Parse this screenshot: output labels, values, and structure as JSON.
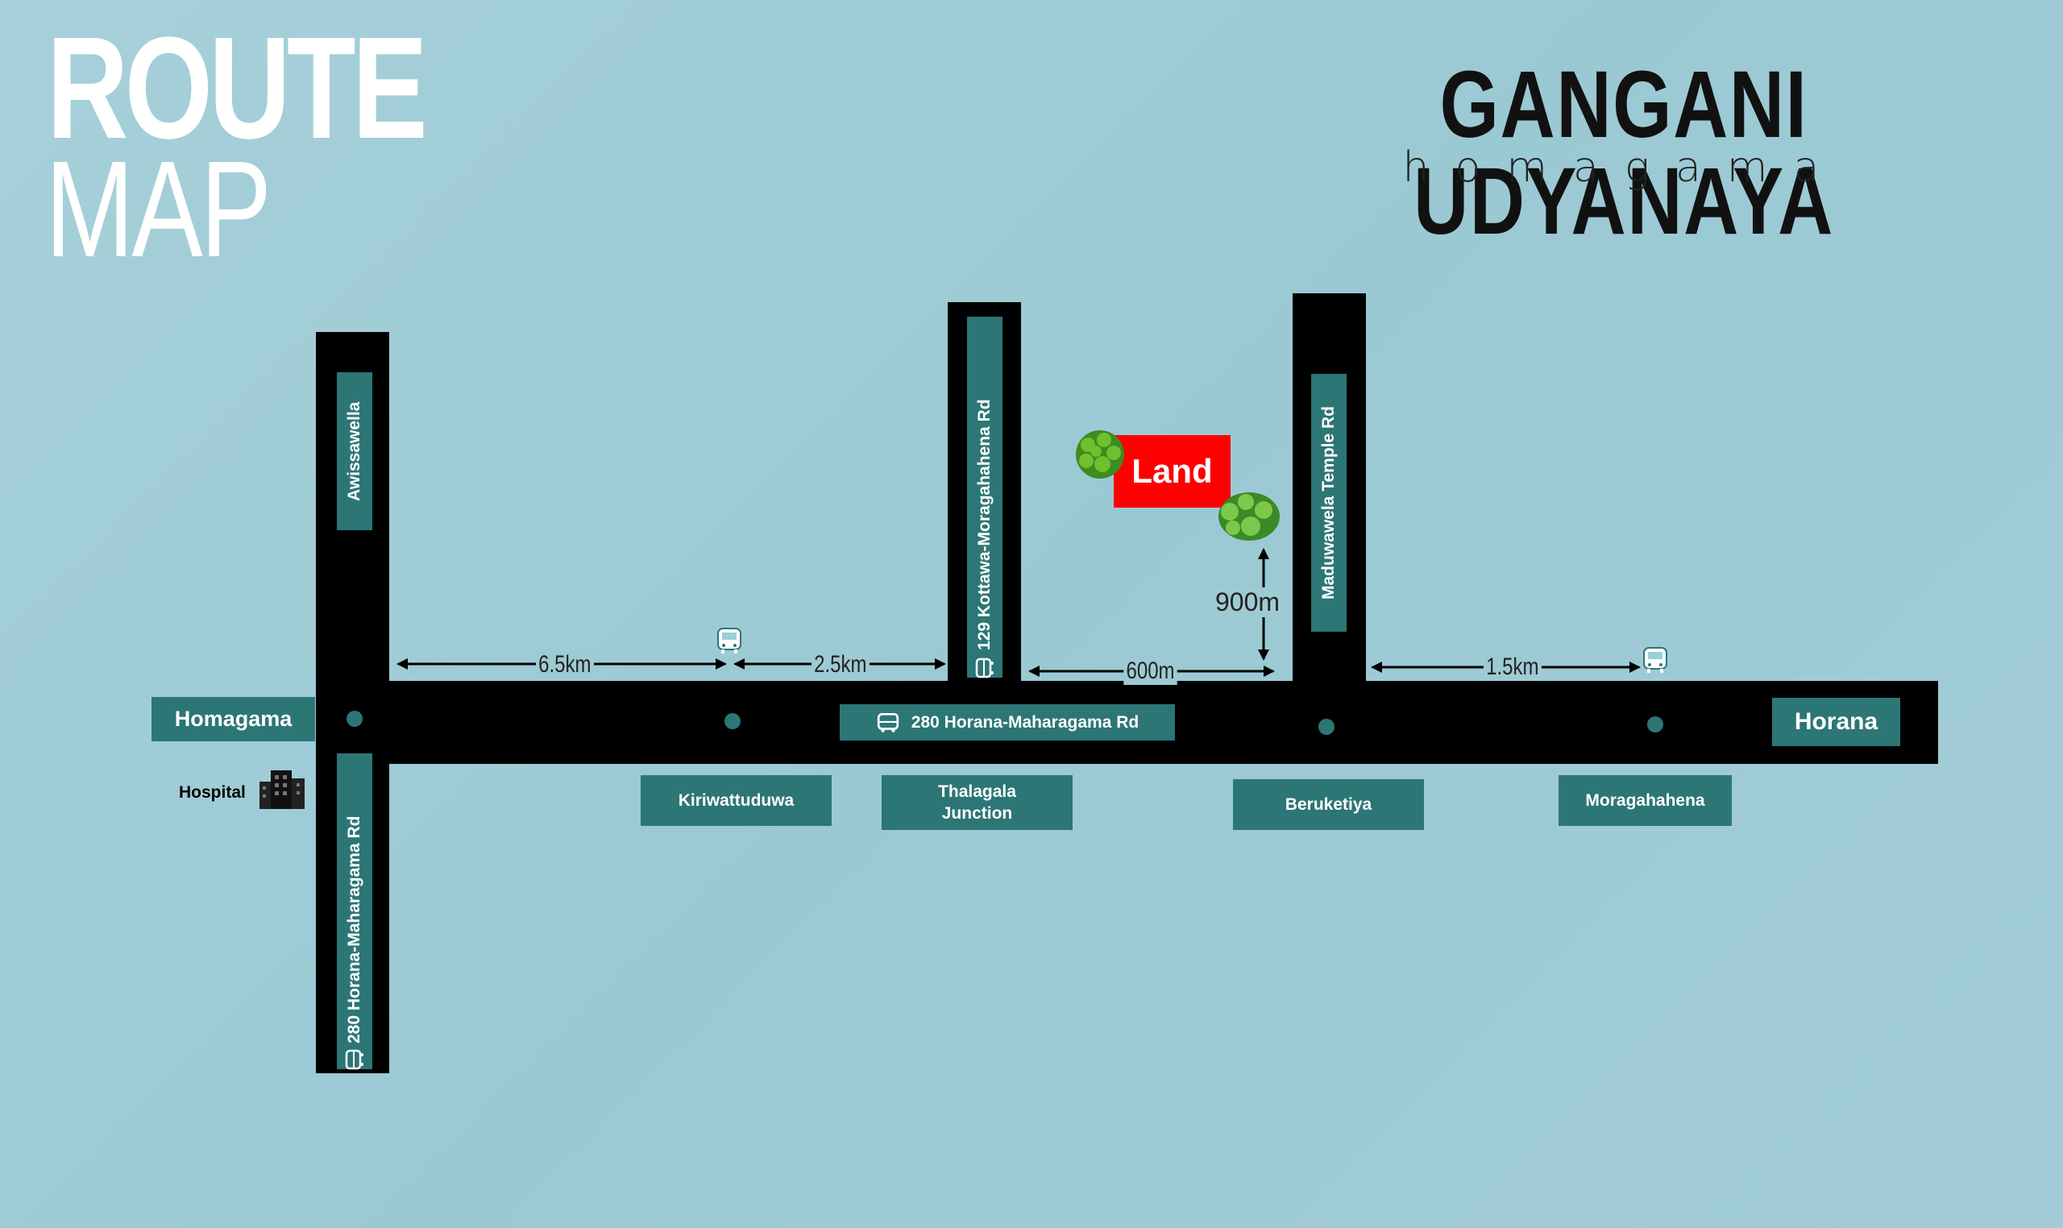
{
  "header": {
    "route": "ROUTE",
    "map": "MAP"
  },
  "brand": {
    "title": "GANGANI UDYANAYA",
    "subtitle": "homagama"
  },
  "roads": {
    "main": "280 Horana-Maharagama Rd",
    "left_vertical": "280 Horana-Maharagama Rd",
    "left_upper": "Awissawella",
    "middle_vertical": "129 Kottawa-Moragahahena Rd",
    "right_vertical": "Maduwawela Temple Rd"
  },
  "endpoints": {
    "left": "Homagama",
    "right": "Horana"
  },
  "stops": [
    "Kiriwattuduwa",
    "Thalagala Junction",
    "Beruketiya",
    "Moragahahena"
  ],
  "distances": {
    "d1": "6.5km",
    "d2": "2.5km",
    "d3": "600m",
    "d4": "1.5km",
    "d5": "900m"
  },
  "land": "Land",
  "hospital": "Hospital",
  "colors": {
    "road": "#000000",
    "label_bg": "#2d7676",
    "land": "#ff0000",
    "tree": "#4a9a2a"
  },
  "icons": [
    "bus-icon",
    "hospital-building-icon",
    "tree-icon"
  ]
}
